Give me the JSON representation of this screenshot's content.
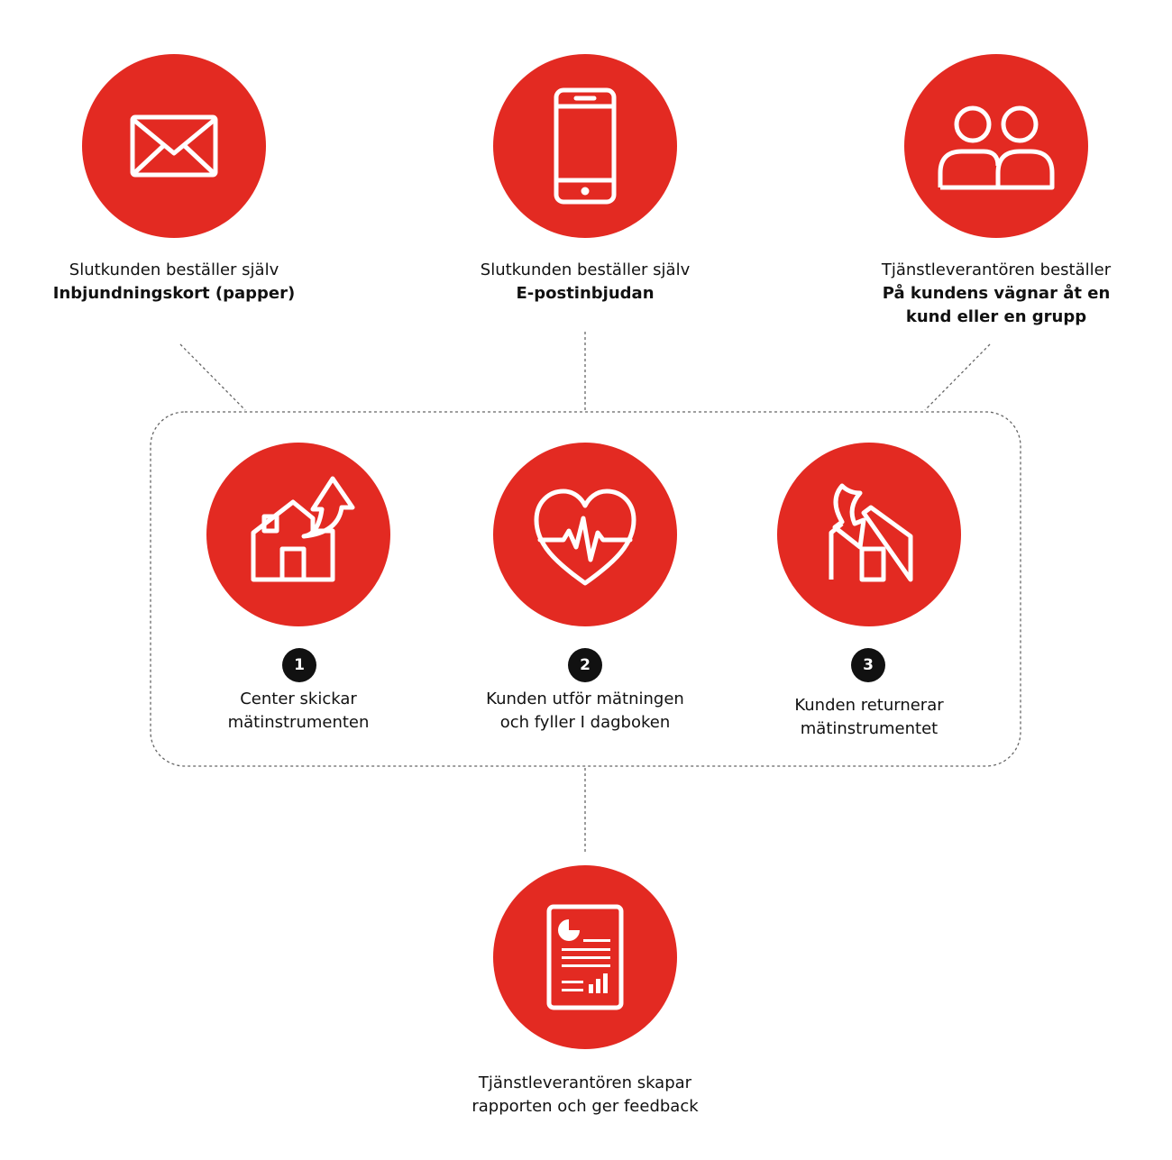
{
  "ordering": {
    "card": {
      "line1": "Slutkunden beställer själv",
      "line2": "Inbjundningskort (papper)",
      "icon": "envelope-icon"
    },
    "email": {
      "line1": "Slutkunden beställer själv",
      "line2": "E-postinbjudan",
      "icon": "smartphone-icon"
    },
    "provider": {
      "line1": "Tjänstleverantören beställer",
      "line2": "På kundens vägnar åt en",
      "line3": "kund eller en grupp",
      "icon": "people-icon"
    }
  },
  "steps": [
    {
      "number": "1",
      "line1": "Center skickar",
      "line2": "mätinstrumenten",
      "icon": "house-arrow-out-icon"
    },
    {
      "number": "2",
      "line1": "Kunden utför mätningen",
      "line2": "och fyller I dagboken",
      "icon": "heart-pulse-icon"
    },
    {
      "number": "3",
      "line1": "Kunden returnerar",
      "line2": "mätinstrumentet",
      "icon": "house-arrow-in-icon"
    }
  ],
  "report": {
    "line1": "Tjänstleverantören skapar",
    "line2": "rapporten och ger feedback",
    "icon": "report-document-icon"
  },
  "colors": {
    "accent": "#e32a22",
    "badge": "#111111",
    "connector": "#666666"
  }
}
